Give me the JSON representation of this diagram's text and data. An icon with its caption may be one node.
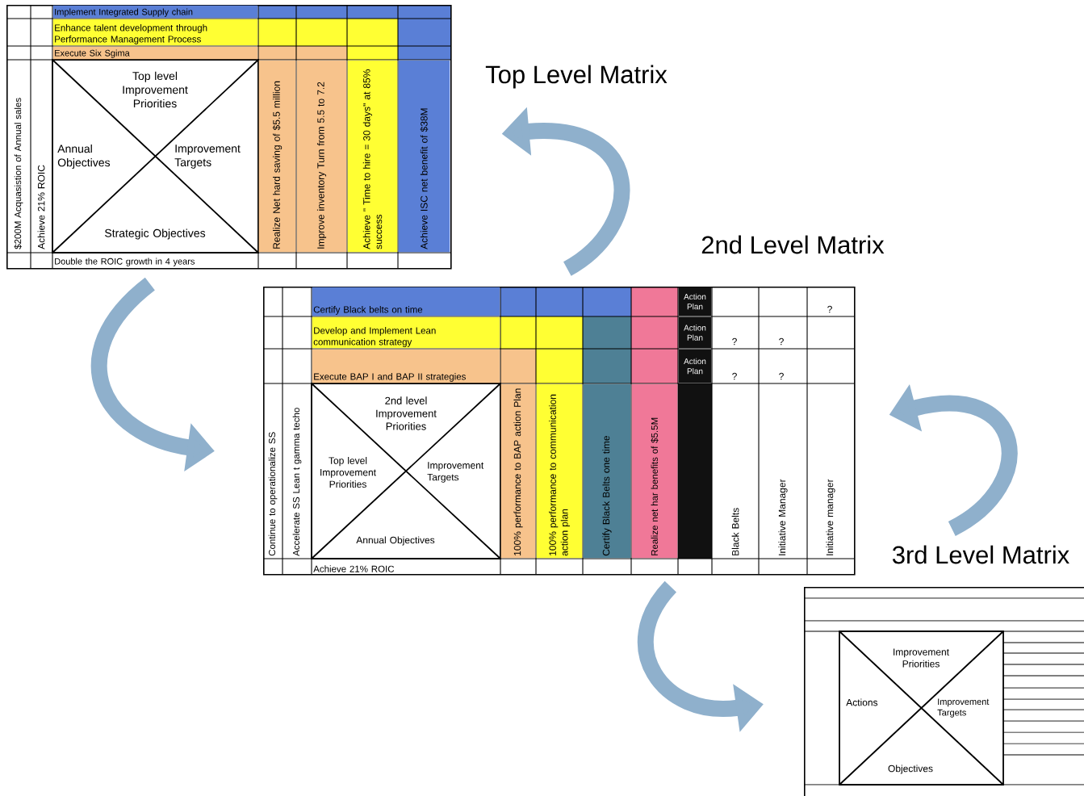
{
  "diagram": {
    "nodes": [
      {
        "text": [
          "Top Level Matrix",
          "Implement Integrated Supply chain",
          "Enhance talent development through Performance Management Process",
          "Execute Six Sgima",
          "Top level Improvement Priorities",
          "$200M Acquasistion of Annual sales",
          "Achieve 21% ROIC",
          "Annual Objectives",
          "Improvement Targets",
          "Realize Net hard saving of $5.5 million",
          "Improve inventory Turn from 5.5 to 7.2",
          "Achieve \" Time to hire = 30 days\" at 85% success",
          "Achieve ISC net benefit of $38M",
          "Strategic Objectives",
          "Double the ROIC growth in 4 years"
        ]
      },
      {
        "text": [
          "2nd Level Matrix",
          "Certify Black belts on time",
          "Action Plan",
          "?",
          "Develop and Implement Lean communication strategy",
          "Action Plan",
          "?",
          "?",
          "Execute BAP I and BAP II strategies",
          "Action Plan",
          "?",
          "?",
          "2nd level Improvement Priorities",
          "Continue to operationalize SS",
          "Accelerate SS Lean t gamma techo",
          "Top level Improvement Priorities",
          "Improvement Targets",
          "100% performance to BAP action Plan",
          "100% performance to communication action plan",
          "Certify Black Belts one time",
          "Realize net har benefits of $5.5M",
          "Black Belts",
          "Initiative Manager",
          "Initiative manager",
          "Annual Objectives",
          "Achieve 21% ROIC"
        ]
      },
      {
        "text": [
          "3rd Level Matrix",
          "Improvement Priorities",
          "Actions",
          "Improvement Targets",
          "Objectives"
        ]
      }
    ],
    "edges": [
      {
        "from": 1,
        "to": 0,
        "arrow": "to"
      },
      {
        "from": 0,
        "to": 1,
        "arrow": "to"
      },
      {
        "from": 2,
        "to": 1,
        "arrow": "to"
      },
      {
        "from": 1,
        "to": 2,
        "arrow": "to"
      }
    ]
  }
}
